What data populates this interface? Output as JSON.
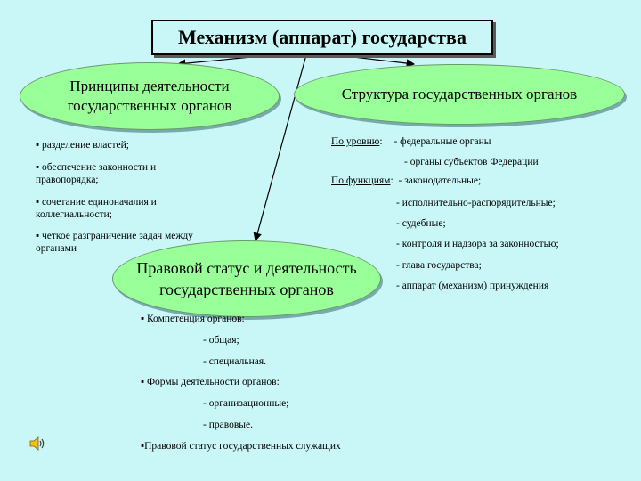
{
  "title": "Механизм (аппарат) государства",
  "left_ellipse": {
    "line1": "Принципы деятельности",
    "line2": "государственных органов"
  },
  "right_ellipse": {
    "label": "Структура государственных органов"
  },
  "middle_ellipse": {
    "line1": "Правовой статус и деятельность",
    "line2": "государственных органов"
  },
  "principles": [
    [
      "▪ разделение властей;"
    ],
    [
      "▪ обеспечение законности и",
      "правопорядка;"
    ],
    [
      "▪ сочетание единоначалия и",
      "коллегиальности;"
    ],
    [
      "▪ четкое разграничение задач между",
      "органами"
    ]
  ],
  "structure": {
    "by_level_label": "По уровню",
    "by_level_colon": ":",
    "by_level_items": [
      "- федеральные органы",
      "- органы субъектов Федерации"
    ],
    "by_function_label": "По функциям",
    "by_function_colon": ":",
    "by_function_items": [
      "- законодательные;",
      "- исполнительно-распорядительные;",
      "- судебные;",
      "- контроля и надзора за законностью;",
      "- глава государства;",
      "- аппарат (механизм) принуждения"
    ]
  },
  "status": {
    "competence": "▪ Компетенция органов:",
    "competence_items": [
      "- общая;",
      "- специальная."
    ],
    "forms": "▪ Формы деятельности органов:",
    "forms_items": [
      "- организационные;",
      "- правовые."
    ],
    "servants": "▪Правовой статус государственных служащих"
  },
  "icons": {
    "speaker": "speaker-icon"
  },
  "colors": {
    "background": "#c9f7f7",
    "ellipse_fill": "#99ff99"
  }
}
